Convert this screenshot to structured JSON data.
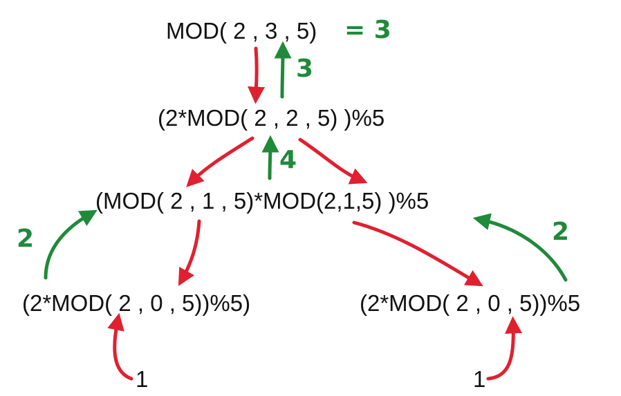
{
  "expressions": {
    "root": "MOD( 2 , 3 , 5)",
    "level1": "(2*MOD( 2 , 2 , 5) )%5",
    "level2": "(MOD( 2 , 1 , 5)*MOD(2,1,5) )%5",
    "leaf_left": "(2*MOD( 2 , 0 , 5))%5)",
    "leaf_right": "(2*MOD( 2 , 0 , 5))%5"
  },
  "results": {
    "final": "= 3",
    "step_root": "3",
    "step_level1": "4",
    "step_left": "2",
    "step_right": "2",
    "base_left": "1",
    "base_right": "1"
  },
  "colors": {
    "call_arrow": "#e0202f",
    "return_arrow": "#1e8a3a",
    "text": "#111111"
  }
}
